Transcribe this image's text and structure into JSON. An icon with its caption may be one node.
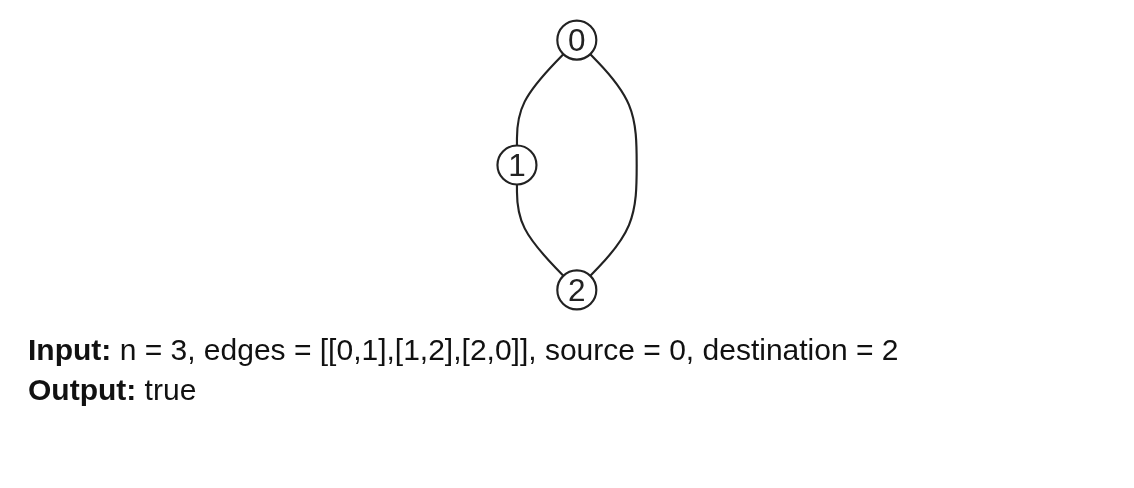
{
  "diagram": {
    "nodes": [
      {
        "text": [
          "0"
        ]
      },
      {
        "text": [
          "1"
        ]
      },
      {
        "text": [
          "2"
        ]
      }
    ],
    "edges": [
      {
        "from": 0,
        "to": 1,
        "arrow": "none"
      },
      {
        "from": 1,
        "to": 2,
        "arrow": "none"
      },
      {
        "from": 2,
        "to": 0,
        "arrow": "none"
      }
    ],
    "labels": [
      "**Input:** n = 3, edges = [[0,1],[1,2],[2,0]], source = 0, destination = 2",
      "**Output:** true"
    ]
  }
}
